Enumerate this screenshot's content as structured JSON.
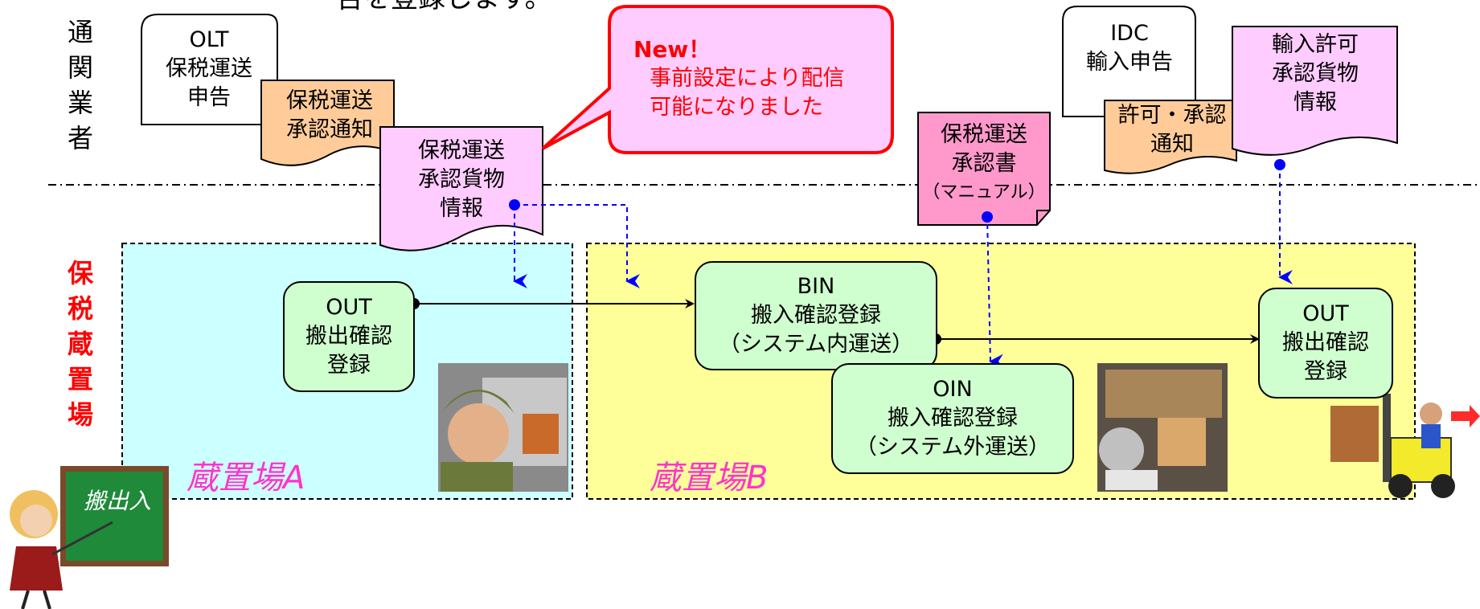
{
  "top_text": "告を登録します。",
  "rows": {
    "broker": [
      "通",
      "関",
      "業",
      "者"
    ],
    "bonded": [
      "保",
      "税",
      "蔵",
      "置",
      "場"
    ]
  },
  "areas": {
    "a": "蔵置場A",
    "b": "蔵置場B"
  },
  "docs": {
    "olt": [
      "OLT",
      "保税運送",
      "申告"
    ],
    "approval_notice": [
      "保税運送",
      "承認通知"
    ],
    "cargo_info": [
      "保税運送",
      "承認貨物",
      "情報"
    ],
    "manual": [
      "保税運送",
      "承認書",
      "（マニュアル）"
    ],
    "idc": [
      "IDC",
      "輸入申告"
    ],
    "permit_notice": [
      "許可・承認",
      "通知"
    ],
    "import_info": [
      "輸入許可",
      "承認貨物",
      "情報"
    ]
  },
  "callout": {
    "title": "New！",
    "lines": [
      "事前設定により配信",
      "可能になりました"
    ]
  },
  "nodes": {
    "out_a": [
      "OUT",
      "搬出確認",
      "登録"
    ],
    "bin": [
      "BIN",
      "搬入確認登録",
      "（システム内運送）"
    ],
    "oin": [
      "OIN",
      "搬入確認登録",
      "（システム外運送）"
    ],
    "out_b": [
      "OUT",
      "搬出確認",
      "登録"
    ]
  },
  "board_text": "搬出入",
  "colors": {
    "area_a": "#ccffff",
    "area_b": "#ffff99",
    "node": "#ccffcc",
    "doc_pink": "#ffccff",
    "doc_orange": "#ffcc99",
    "manual": "#ff99cc",
    "callout_border": "#ff0000",
    "accent_red": "#ff0000",
    "arrow_blue": "#0000ff"
  }
}
